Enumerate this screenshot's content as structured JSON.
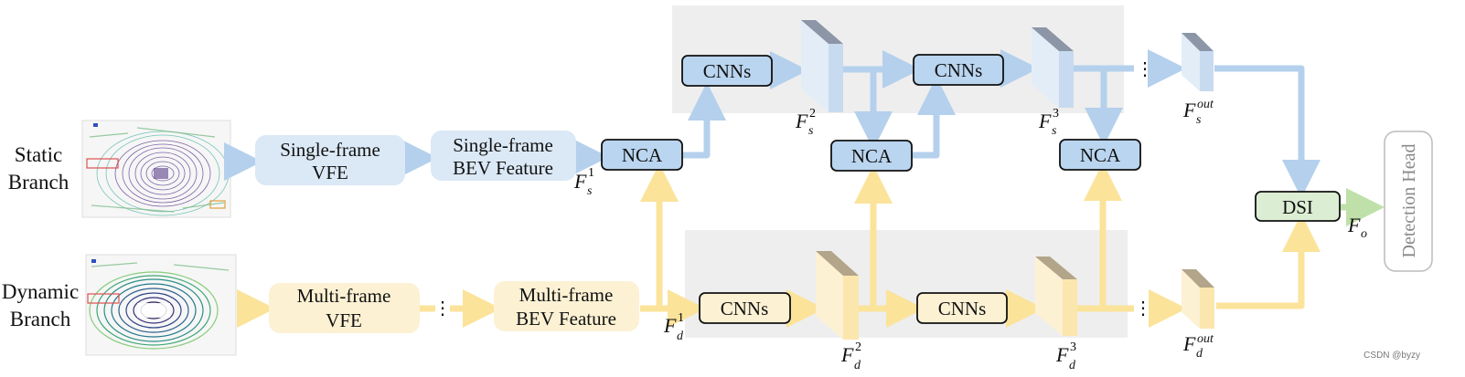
{
  "branches": {
    "static_line1": "Static",
    "static_line2": "Branch",
    "dynamic_line1": "Dynamic",
    "dynamic_line2": "Branch"
  },
  "blocks": {
    "single_vfe": [
      "Single-frame",
      "VFE"
    ],
    "single_bev": [
      "Single-frame",
      "BEV Feature"
    ],
    "multi_vfe": [
      "Multi-frame",
      "VFE"
    ],
    "multi_bev": [
      "Multi-frame",
      "BEV Feature"
    ],
    "cnn": "CNNs",
    "nca": "NCA",
    "dsi": "DSI",
    "head": "Detection Head"
  },
  "labels": {
    "F": "F",
    "s": "s",
    "d": "d",
    "o": "o",
    "sup1": "1",
    "sup2": "2",
    "sup3": "3",
    "sup_out": "out",
    "ellipsis": "⋮"
  },
  "watermark": "CSDN @byzy",
  "colors": {
    "static_fill": "#dbe8f5",
    "static_arrow": "#b4d0ec",
    "dynamic_fill": "#fdf1d4",
    "dynamic_arrow": "#fbe39a",
    "module_blue": "#bad5ef",
    "module_cream": "#fdf1d4",
    "dsi_fill": "#dbedd3",
    "head_arrow": "#bfe0a8",
    "panel": "#eeeeee"
  }
}
